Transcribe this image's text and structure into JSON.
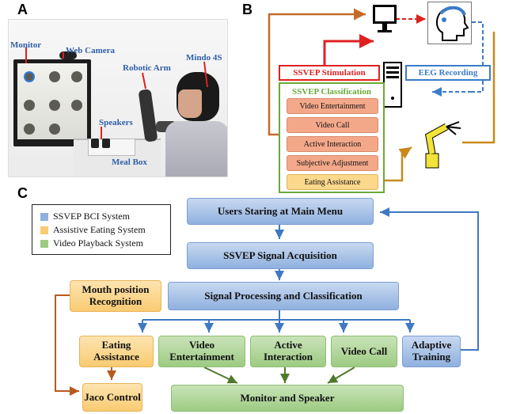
{
  "panel_a": {
    "letter": "A",
    "labels": {
      "monitor": "Monitor",
      "web_camera": "Web Camera",
      "robotic_arm": "Robotic Arm",
      "mindo": "Mindo 4S",
      "speakers": "Speakers",
      "meal_box": "Meal Box"
    }
  },
  "panel_b": {
    "letter": "B",
    "ssvep_stimulation": "SSVEP Stimulation",
    "eeg_recording": "EEG Recording",
    "classification_title": "SSVEP Classification",
    "classification_items": [
      "Video Entertainment",
      "Video Call",
      "Active Interaction",
      "Subjective Adjustment",
      "Eating Assistance"
    ],
    "colors": {
      "stimulation": "#e02020",
      "eeg": "#3b7cc9",
      "classification": "#6aaa3a",
      "feedback": "#c98a1a",
      "loop": "#c56b2a"
    }
  },
  "panel_c": {
    "letter": "C",
    "legend": [
      {
        "label": "SSVEP BCI System",
        "color": "#8fb0df"
      },
      {
        "label": "Assistive Eating System",
        "color": "#f9cb72"
      },
      {
        "label": "Video Playback System",
        "color": "#9dcb83"
      }
    ],
    "boxes": {
      "main_menu": "Users Staring at Main Menu",
      "acquisition": "SSVEP Signal Acquisition",
      "processing": "Signal Processing and Classification",
      "mouth": "Mouth position Recognition",
      "eating": "Eating Assistance",
      "video_ent": "Video Entertainment",
      "active": "Active Interaction",
      "video_call": "Video Call",
      "adaptive": "Adaptive Training",
      "jaco": "Jaco Control",
      "monitor_speaker": "Monitor and Speaker"
    }
  }
}
